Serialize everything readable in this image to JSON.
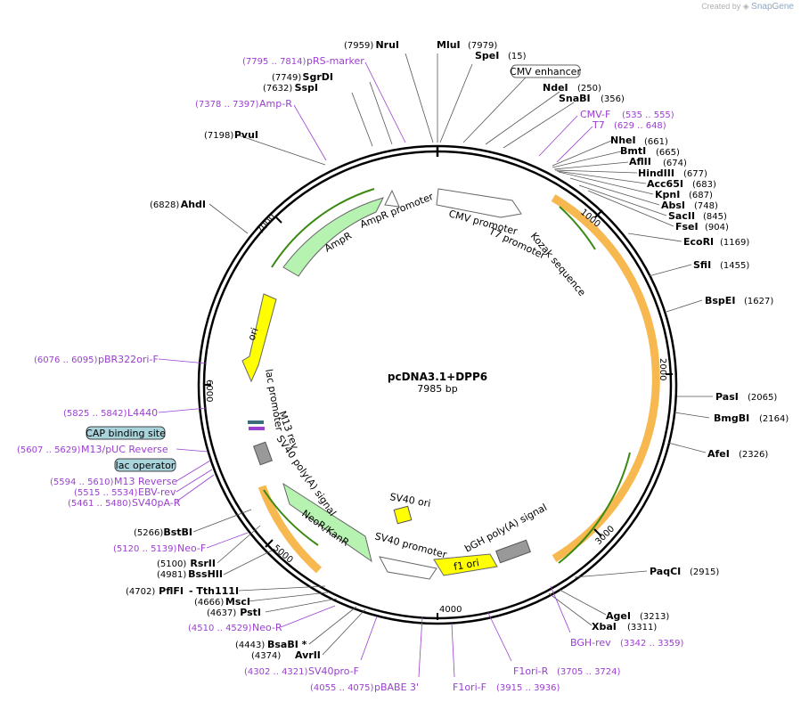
{
  "watermark": {
    "prefix": "Created by",
    "brand": "SnapGene"
  },
  "title": "pcDNA3.1+DPP6",
  "length": "7985 bp",
  "colors": {
    "ring": "#000000",
    "primer": "#9a3fd0",
    "cds": "#b6f2b0",
    "ori": "#ffff00",
    "orf": "#f5a623",
    "orf_arrow": "#3a8a12",
    "polyA": "#999999",
    "box": "#a9d4dc"
  },
  "enzymes": [
    {
      "name": "NruI",
      "pos": "(7959)"
    },
    {
      "name": "MluI",
      "pos": ""
    },
    {
      "name": "SpeI",
      "pos": "(15)"
    },
    {
      "name": "SgrDI",
      "pos": "(7749)"
    },
    {
      "name": "SspI",
      "pos": "(7632)"
    },
    {
      "name": "NdeI",
      "pos": "(250)"
    },
    {
      "name": "SnaBI",
      "pos": "(356)"
    },
    {
      "name": "PvuI",
      "pos": "(7198)"
    },
    {
      "name": "NheI",
      "pos": "(661)"
    },
    {
      "name": "BmtI",
      "pos": "(665)"
    },
    {
      "name": "AflII",
      "pos": "(674)"
    },
    {
      "name": "HindIII",
      "pos": "(677)"
    },
    {
      "name": "Acc65I",
      "pos": "(683)"
    },
    {
      "name": "KpnI",
      "pos": "(687)"
    },
    {
      "name": "AbsI",
      "pos": "(748)"
    },
    {
      "name": "SacII",
      "pos": "(845)"
    },
    {
      "name": "FseI",
      "pos": "(904)"
    },
    {
      "name": "AhdI",
      "pos": "(6828)"
    },
    {
      "name": "EcoRI",
      "pos": "(1169)"
    },
    {
      "name": "SfiI",
      "pos": "(1455)"
    },
    {
      "name": "BspEI",
      "pos": "(1627)"
    },
    {
      "name": "PasI",
      "pos": "(2065)"
    },
    {
      "name": "BmgBI",
      "pos": "(2164)"
    },
    {
      "name": "AfeI",
      "pos": "(2326)"
    },
    {
      "name": "PaqCI",
      "pos": "(2915)"
    },
    {
      "name": "AgeI",
      "pos": "(3213)"
    },
    {
      "name": "XbaI",
      "pos": "(3311)"
    },
    {
      "name": "BstBI",
      "pos": "(5266)"
    },
    {
      "name": "RsrII",
      "pos": "(5100)"
    },
    {
      "name": "BssHII",
      "pos": "(4981)"
    },
    {
      "name": "PflFI",
      "pos": "(4702)"
    },
    {
      "name": "- Tth111I",
      "pos": ""
    },
    {
      "name": "MscI",
      "pos": "(4666)"
    },
    {
      "name": "PstI",
      "pos": "(4637)"
    },
    {
      "name": "BsaBI *",
      "pos": "(4443)"
    },
    {
      "name": "AvrII",
      "pos": "(4374)"
    }
  ],
  "mlui_pos": "(7979)",
  "primers": [
    {
      "name": "pRS-marker",
      "range": "(7795 .. 7814)"
    },
    {
      "name": "Amp-R",
      "range": "(7378 .. 7397)"
    },
    {
      "name": "CMV-F",
      "range": "(535 .. 555)"
    },
    {
      "name": "T7",
      "range": "(629 .. 648)"
    },
    {
      "name": "pBR322ori-F",
      "range": "(6076 .. 6095)"
    },
    {
      "name": "L4440",
      "range": "(5825 .. 5842)"
    },
    {
      "name": "M13/pUC Reverse",
      "range": "(5607 .. 5629)"
    },
    {
      "name": "M13 Reverse",
      "range": "(5594 .. 5610)"
    },
    {
      "name": "EBV-rev",
      "range": "(5515 .. 5534)"
    },
    {
      "name": "SV40pA-R",
      "range": "(5461 .. 5480)"
    },
    {
      "name": "Neo-F",
      "range": "(5120 .. 5139)"
    },
    {
      "name": "Neo-R",
      "range": "(4510 .. 4529)"
    },
    {
      "name": "SV40pro-F",
      "range": "(4302 .. 4321)"
    },
    {
      "name": "pBABE 3'",
      "range": "(4055 .. 4075)"
    },
    {
      "name": "F1ori-F",
      "range": "(3915 .. 3936)"
    },
    {
      "name": "F1ori-R",
      "range": "(3705 .. 3724)"
    },
    {
      "name": "BGH-rev",
      "range": "(3342 .. 3359)"
    }
  ],
  "boxed": [
    "CMV enhancer",
    "CAP binding site",
    "lac operator"
  ],
  "features": [
    "CMV promoter",
    "T7 promoter",
    "Kozak sequence",
    "AmpR",
    "AmpR promoter",
    "ori",
    "lac promoter",
    "M13 rev",
    "SV40 poly(A) signal",
    "NeoR/KanR",
    "SV40 promoter",
    "SV40 ori",
    "f1 ori",
    "bGH poly(A) signal"
  ],
  "ticks": [
    "1000",
    "2000",
    "3000",
    "4000",
    "5000",
    "6000",
    "7000"
  ]
}
